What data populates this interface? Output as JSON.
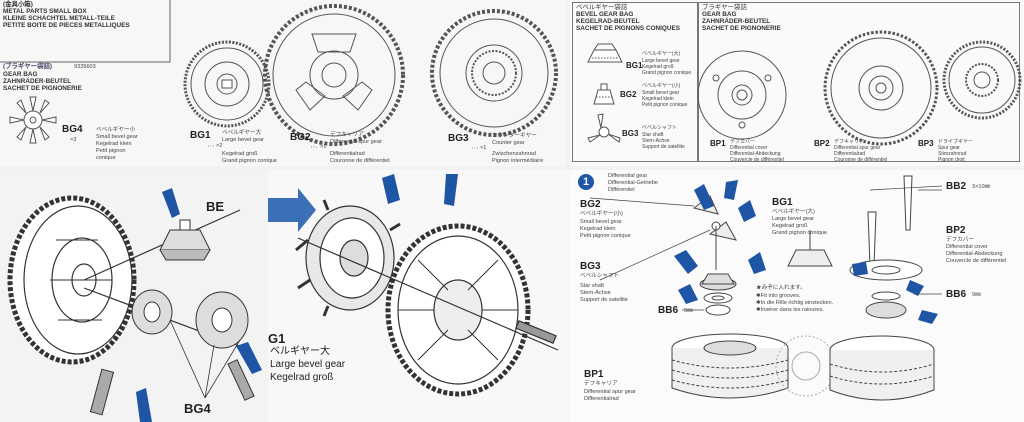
{
  "panel1": {
    "box_jp": "(金具小箱)",
    "box_en": "METAL PARTS SMALL BOX",
    "box_de": "KLEINE SCHACHTEL METALL-TEILE",
    "box_fr": "PETITE BOITE DE PIECES METALLIQUES",
    "bag_jp": "(ブラギヤー袋詰)",
    "bag_no": "9335603",
    "bag_en": "GEAR BAG",
    "bag_de": "ZAHNRÄDER-BEUTEL",
    "bag_fr": "SACHET DE PIGNONERIE",
    "parts": [
      {
        "code": "BG4",
        "qty": "×3",
        "jp": "ベベルギヤー小",
        "en": "Small bevel gear",
        "de": "Kegelrad klein",
        "fr": "Petit pignon",
        "fr2": "conique"
      },
      {
        "code": "BG1",
        "qty": "×2",
        "jp": "ベベルギヤー大",
        "en": "Large bevel gear",
        "de": "Kegelrad groß",
        "fr": "Grand pignon conique"
      },
      {
        "code": "BG2",
        "qty": "×1",
        "jp": "デフキャリア",
        "en": "Differential spur gear",
        "de": "Differentialrad",
        "fr": "Couronne de différentiel"
      },
      {
        "code": "BG3",
        "qty": "×1",
        "jp": "カウンターギヤー",
        "en": "Counter gear",
        "de": "Zwischenzahnrad",
        "fr": "Pignon intermédiaire"
      }
    ]
  },
  "panel2": {
    "left_jp": "ベベルギヤー袋詰",
    "left_en": "BEVEL GEAR BAG",
    "left_de": "KEGELRAD-BEUTEL",
    "left_fr": "SACHET DE PIGNONS CONIQUES",
    "right_jp": "ブラギヤー袋詰",
    "right_en": "GEAR BAG",
    "right_de": "ZAHNRÄDER-BEUTEL",
    "right_fr": "SACHET DE PIGNONERIE",
    "bevel_parts": [
      {
        "code": "BG1",
        "jp": "ベベルギヤー(大)",
        "en": "Large bevel gear",
        "de": "Kegelrad groß",
        "fr": "Grand pignon conique"
      },
      {
        "code": "BG2",
        "jp": "ベベルギヤー(小)",
        "en": "Small bevel gear",
        "de": "Kegelrad klein",
        "fr": "Petit pignon conique"
      },
      {
        "code": "BG3",
        "jp": "ベベルシャフト",
        "en": "Star shaft",
        "de": "Stern-Achse",
        "fr": "Support de satellite"
      }
    ],
    "gear_parts": [
      {
        "code": "BP1",
        "jp": "デフカバー",
        "en": "Differential cover",
        "de": "Differential-Abdeckung",
        "fr": "Couvercle de différentiel"
      },
      {
        "code": "BP2",
        "jp": "デフキャリア",
        "en": "Differential spur gear",
        "de": "Differentialrad",
        "fr": "Couronne de différentiel"
      },
      {
        "code": "BP3",
        "jp": "ドライブギヤー",
        "en": "Spur gear",
        "de": "Stirnzahnrad",
        "fr": "Pignon droit"
      }
    ]
  },
  "panel3": {
    "be": "BE",
    "bg4": "BG4"
  },
  "panel4": {
    "code": "G1",
    "jp": "ベルギヤー大",
    "en": "Large bevel gear",
    "de": "Kegelrad groß"
  },
  "panel5": {
    "step": "1",
    "title_en": "Differential gear",
    "title_de": "Differential-Getriebe",
    "title_fr": "Différentiel",
    "bg2": {
      "code": "BG2",
      "jp": "ベベルギヤー(小)",
      "en": "Small bevel gear",
      "de": "Kegelrad klein",
      "fr": "Petit pignon conique"
    },
    "bg3": {
      "code": "BG3",
      "jp": "ベベルシャフト",
      "en": "Star shaft",
      "de": "Stern-Achse",
      "fr": "Support de satellite"
    },
    "bg1": {
      "code": "BG1",
      "jp": "ベベルギヤー(大)",
      "en": "Large bevel gear",
      "de": "Kegelrad groß",
      "fr": "Grand pignon conique"
    },
    "bb2": {
      "code": "BB2",
      "size": "3×10㎜"
    },
    "bp2": {
      "code": "BP2",
      "jp": "デフカバー",
      "en": "Differential cover",
      "de": "Differential-Abdeckung",
      "fr": "Couvercle de différentiel"
    },
    "bb6a": {
      "code": "BB6",
      "size": "9㎜"
    },
    "bb6b": {
      "code": "BB6",
      "size": "9㎜"
    },
    "note": {
      "jp": "★みぞに入れます。",
      "en": "✱Fit into grooves.",
      "de": "✱In die Rille richtig einstecken.",
      "fr": "✱Insérer dans les rainures."
    },
    "bp1": {
      "code": "BP1",
      "jp": "デフキャリア",
      "en": "Differential spur gear",
      "de": "Differentialrad"
    }
  },
  "colors": {
    "accent_blue": "#1f55a5",
    "line": "#555555"
  }
}
